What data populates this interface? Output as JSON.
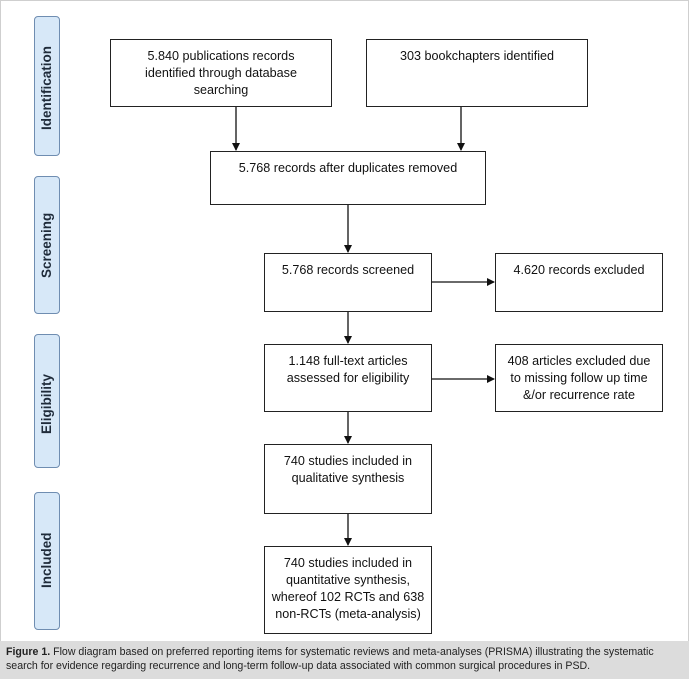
{
  "stages": [
    {
      "id": "identification",
      "label": "Identification"
    },
    {
      "id": "screening",
      "label": "Screening"
    },
    {
      "id": "eligibility",
      "label": "Eligibility"
    },
    {
      "id": "included",
      "label": "Included"
    }
  ],
  "boxes": {
    "db_search": [
      "5.840 publications records",
      "identified through database",
      "searching"
    ],
    "bookchapters": [
      "303 bookchapters identified"
    ],
    "after_duplicates": [
      "5.768 records after duplicates removed"
    ],
    "screened": [
      "5.768 records screened"
    ],
    "excluded_records": [
      "4.620 records excluded"
    ],
    "full_text": [
      "1.148 full-text articles",
      "assessed for eligibility"
    ],
    "excluded_articles": [
      "408 articles excluded due",
      "to missing follow up time",
      "&/or recurrence rate"
    ],
    "qualitative": [
      "740 studies included in",
      "qualitative synthesis"
    ],
    "quantitative": [
      "740 studies included in",
      "quantitative synthesis,",
      "whereof 102 RCTs and 638",
      "non-RCTs (meta-analysis)"
    ]
  },
  "caption": {
    "label": "Figure 1.",
    "text": "Flow diagram based on preferred reporting items for systematic reviews and meta-analyses (PRISMA) illustrating the systematic search for evidence regarding recurrence and long-term follow-up data associated with common surgical procedures in PSD."
  }
}
